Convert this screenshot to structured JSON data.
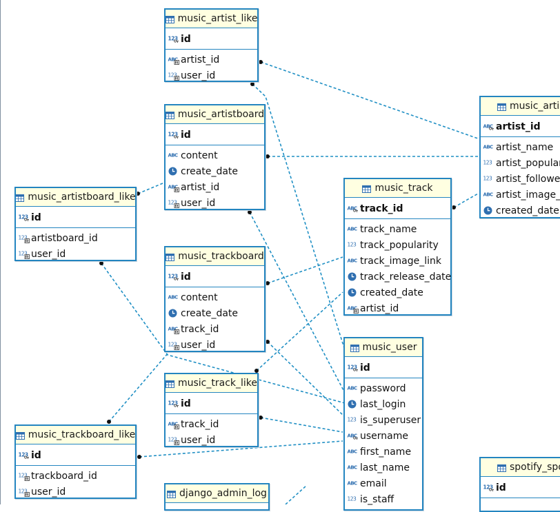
{
  "canvas": {
    "entities": [
      {
        "name": "music_artist_like",
        "pk": [
          "id"
        ],
        "cols": [
          {
            "name": "artist_id",
            "icon": "text-fk-icon"
          },
          {
            "name": "user_id",
            "icon": "num-fk-icon"
          }
        ]
      },
      {
        "name": "music_artistboard",
        "pk": [
          "id"
        ],
        "cols": [
          {
            "name": "content",
            "icon": "text-icon"
          },
          {
            "name": "create_date",
            "icon": "clock-icon"
          },
          {
            "name": "artist_id",
            "icon": "text-fk-icon"
          },
          {
            "name": "user_id",
            "icon": "num-fk-icon"
          }
        ]
      },
      {
        "name": "music_artistboard_like",
        "pk": [
          "id"
        ],
        "cols": [
          {
            "name": "artistboard_id",
            "icon": "num-fk-icon"
          },
          {
            "name": "user_id",
            "icon": "num-fk-icon"
          }
        ]
      },
      {
        "name": "music_trackboard",
        "pk": [
          "id"
        ],
        "cols": [
          {
            "name": "content",
            "icon": "text-icon"
          },
          {
            "name": "create_date",
            "icon": "clock-icon"
          },
          {
            "name": "track_id",
            "icon": "text-fk-icon"
          },
          {
            "name": "user_id",
            "icon": "num-fk-icon"
          }
        ]
      },
      {
        "name": "music_track_like",
        "pk": [
          "id"
        ],
        "cols": [
          {
            "name": "track_id",
            "icon": "text-fk-icon"
          },
          {
            "name": "user_id",
            "icon": "num-fk-icon"
          }
        ]
      },
      {
        "name": "music_trackboard_like",
        "pk": [
          "id"
        ],
        "cols": [
          {
            "name": "trackboard_id",
            "icon": "num-fk-icon"
          },
          {
            "name": "user_id",
            "icon": "num-fk-icon"
          }
        ]
      },
      {
        "name": "django_admin_log",
        "pk": [],
        "cols": []
      },
      {
        "name": "music_track",
        "pk": [
          "track_id"
        ],
        "cols": [
          {
            "name": "track_name",
            "icon": "text-icon"
          },
          {
            "name": "track_popularity",
            "icon": "num-icon"
          },
          {
            "name": "track_image_link",
            "icon": "text-icon"
          },
          {
            "name": "track_release_date",
            "icon": "clock-icon"
          },
          {
            "name": "created_date",
            "icon": "clock-icon"
          },
          {
            "name": "artist_id",
            "icon": "text-fk-icon"
          }
        ]
      },
      {
        "name": "music_user",
        "pk": [
          "id"
        ],
        "cols": [
          {
            "name": "password",
            "icon": "text-icon"
          },
          {
            "name": "last_login",
            "icon": "clock-icon"
          },
          {
            "name": "is_superuser",
            "icon": "num-icon"
          },
          {
            "name": "username",
            "icon": "text-key-icon"
          },
          {
            "name": "first_name",
            "icon": "text-icon"
          },
          {
            "name": "last_name",
            "icon": "text-icon"
          },
          {
            "name": "email",
            "icon": "text-icon"
          },
          {
            "name": "is_staff",
            "icon": "num-icon"
          }
        ]
      },
      {
        "name": "music_artis",
        "pk": [
          "artist_id"
        ],
        "cols": [
          {
            "name": "artist_name",
            "icon": "text-icon"
          },
          {
            "name": "artist_popular",
            "icon": "num-icon"
          },
          {
            "name": "artist_follower",
            "icon": "num-icon"
          },
          {
            "name": "artist_image_li",
            "icon": "text-icon"
          },
          {
            "name": "created_date",
            "icon": "clock-icon"
          }
        ]
      },
      {
        "name": "spotify_spotify",
        "pk": [
          "id"
        ],
        "cols": []
      }
    ],
    "links": [
      {
        "from": "music_artist_like.artist_id",
        "to": "music_artis"
      },
      {
        "from": "music_artist_like.user_id",
        "to": "music_user"
      },
      {
        "from": "music_artistboard.artist_id",
        "to": "music_artis"
      },
      {
        "from": "music_artistboard.user_id",
        "to": "music_user"
      },
      {
        "from": "music_artistboard_like.artistboard_id",
        "to": "music_artistboard"
      },
      {
        "from": "music_artistboard_like.user_id",
        "to": "music_user"
      },
      {
        "from": "music_trackboard.track_id",
        "to": "music_track"
      },
      {
        "from": "music_trackboard.user_id",
        "to": "music_user"
      },
      {
        "from": "music_track_like.track_id",
        "to": "music_track"
      },
      {
        "from": "music_track_like.user_id",
        "to": "music_user"
      },
      {
        "from": "music_trackboard_like.trackboard_id",
        "to": "music_trackboard"
      },
      {
        "from": "music_trackboard_like.user_id",
        "to": "music_user"
      },
      {
        "from": "music_track.artist_id",
        "to": "music_artis"
      },
      {
        "from": "django_admin_log.user_id",
        "to": "music_user"
      }
    ]
  }
}
